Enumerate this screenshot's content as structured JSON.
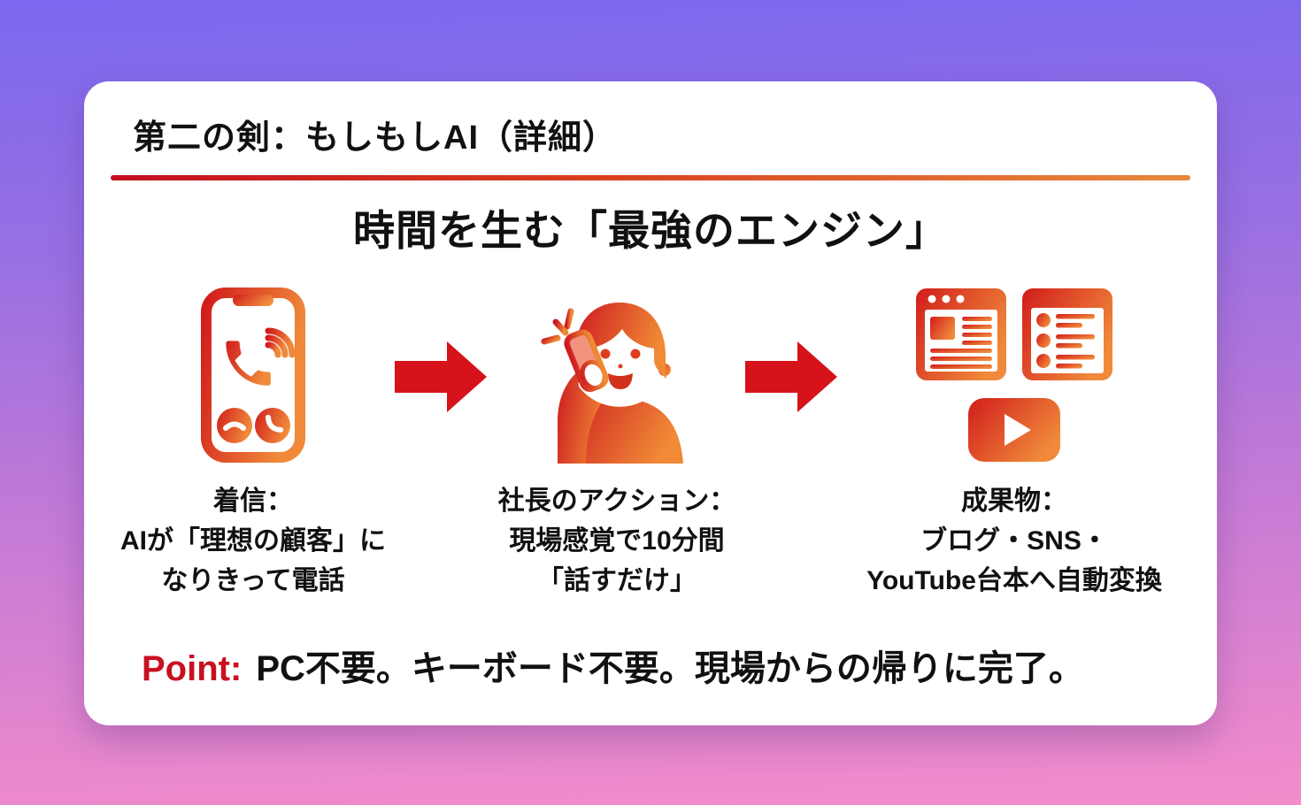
{
  "slide": {
    "title": "第二の剣：もしもしAI（詳細）",
    "subtitle": "時間を生む「最強のエンジン」",
    "steps": [
      {
        "icon": "incoming-call-smartphone-icon",
        "label_lines": [
          "着信：",
          "AIが「理想の顧客」に",
          "なりきって電話"
        ]
      },
      {
        "icon": "person-talking-on-phone-icon",
        "label_lines": [
          "社長のアクション：",
          "現場感覚で10分間",
          "「話すだけ」"
        ]
      },
      {
        "icon": "blog-sns-youtube-outputs-icon",
        "label_lines": [
          "成果物：",
          "ブログ・SNS・",
          "YouTube台本へ自動変換"
        ]
      }
    ],
    "point": {
      "label": "Point:",
      "text": "PC不要。キーボード不要。現場からの帰りに完了。"
    },
    "colors": {
      "background_top": "#7b68ee",
      "background_bottom": "#f48ccb",
      "card": "#ffffff",
      "text": "#111111",
      "divider_gradient_start": "#c30f20",
      "divider_gradient_end": "#e8893c",
      "icon_gradient_start": "#d11c1c",
      "icon_gradient_end": "#f08a3a",
      "arrow_red": "#d6121b",
      "point_red": "#c9101e"
    }
  }
}
